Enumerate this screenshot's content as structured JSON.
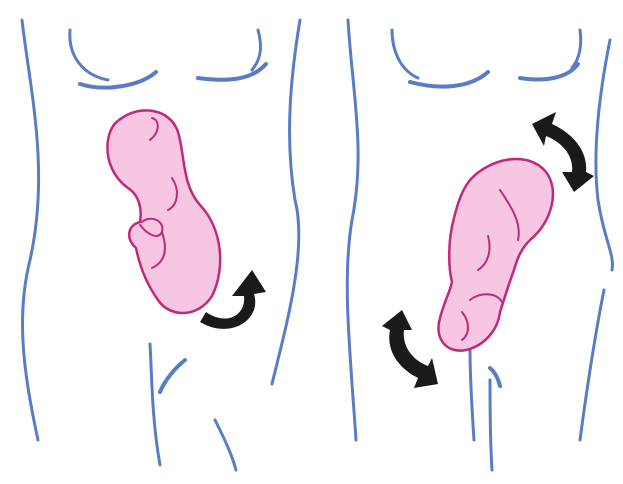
{
  "figure": {
    "panels": [
      {
        "id": "left",
        "fetus_position": "breech",
        "arrows": [
          "rotation-arrow"
        ]
      },
      {
        "id": "right",
        "fetus_position": "transverse-turning",
        "arrows": [
          "rotation-arrow-upper",
          "rotation-arrow-lower"
        ]
      }
    ],
    "colors": {
      "outline": "#5a7cc4",
      "fetus_fill": "#f7c6e3",
      "fetus_stroke": "#c0297a",
      "arrow": "#1a1a1a",
      "background": "#ffffff"
    },
    "icons": [
      "curved-arrow-icon"
    ]
  }
}
